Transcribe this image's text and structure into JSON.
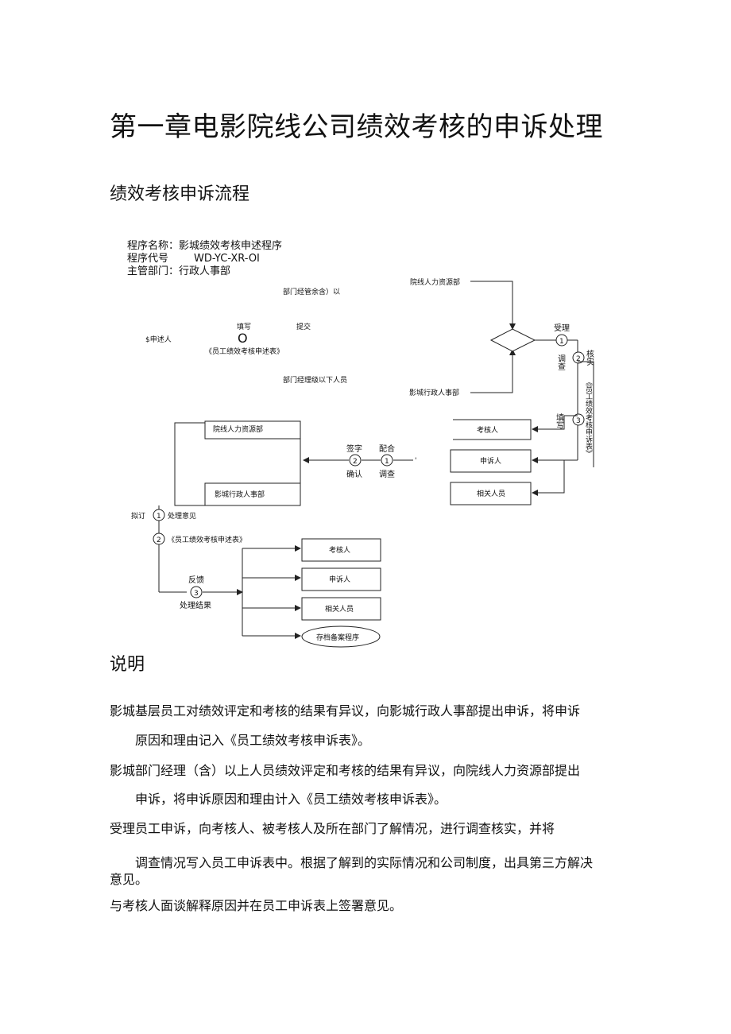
{
  "title": "第一章电影院线公司绩效考核的申诉处理",
  "subtitle": "绩效考核申诉流程",
  "flow": {
    "program_name": "程序名称：影城绩效考核申述程序",
    "program_code_label": "程序代号",
    "program_code": "WD-YC-XR-OI",
    "dept": "主管部门：行政人事部",
    "top": {
      "mgr_above": "部门经管余含）以",
      "fill": "填写",
      "submit": "提交",
      "circle_o": "O",
      "applicant": "$申述人",
      "form": "《员工绩效考核申述表》",
      "mgr_below": "部门经理级以下人员",
      "yuanxian_hr": "院线人力资源部",
      "yingcheng_hr": "影城行政人事部",
      "accept": "受理",
      "n1": "1",
      "n2": "2",
      "n3": "3",
      "investigate": "调查",
      "verify_cut": "核实",
      "fill_v": "填写",
      "form_v": "《员工绩效考核申诉表》",
      "assessor": "考核人",
      "complainant": "申诉人",
      "related": "相关人员"
    },
    "middle": {
      "yuanxian_hr": "院线人力资源部",
      "yingcheng_hr": "影城行政人事部",
      "sign": "签字",
      "confirm": "确认",
      "cooperate": "配合",
      "investigate": "调查",
      "tick": "'"
    },
    "bottom": {
      "draft": "拟订",
      "opinion": "处理意见",
      "form": "《员工绩效考核申述表》",
      "feedback": "反馈",
      "result": "处理结果",
      "assessor": "考核人",
      "complainant": "申诉人",
      "related": "相关人员",
      "archive": "存档备案程序"
    }
  },
  "section_title": "说明",
  "paragraphs": [
    "影城基层员工对绩效评定和考核的结果有异议，向影城行政人事部提出申诉，将申诉",
    "原因和理由记入《员工绩效考核申诉表》。",
    "影城部门经理（含）以上人员绩效评定和考核的结果有异议，向院线人力资源部提出",
    "申诉，将申诉原因和理由计入《员工绩效考核申诉表》。",
    "受理员工申诉，向考核人、被考核人及所在部门了解情况，进行调查核实，并将",
    "调查情况写入员工申诉表中。根据了解到的实际情况和公司制度，出具第三方解决",
    "意见。",
    "与考核人面谈解释原因并在员工申诉表上签署意见。"
  ]
}
